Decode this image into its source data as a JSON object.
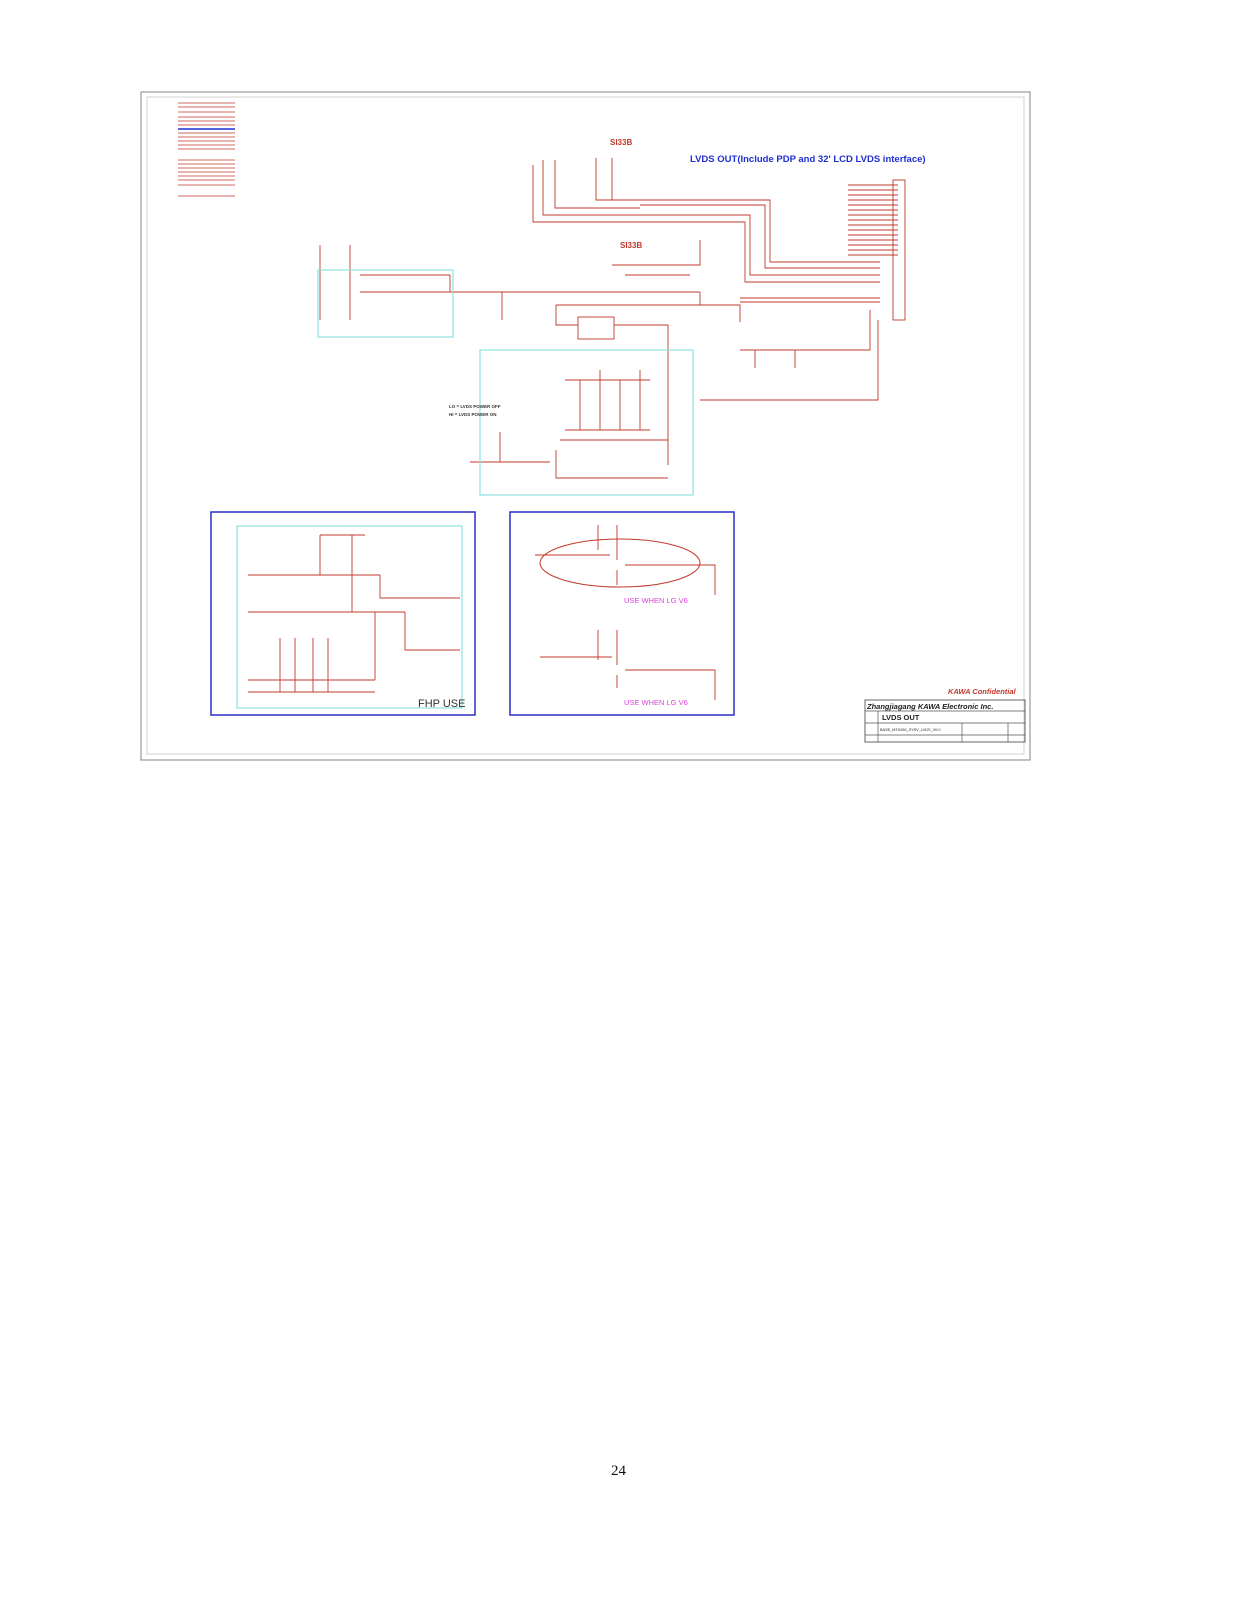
{
  "schematic": {
    "main_title": "LVDS OUT(Include PDP and 32' LCD LVDS interface)",
    "labels": {
      "si_top": "SI33B",
      "si_mid": "SI33B",
      "note_lo": "LO = LVDS POWER OFF",
      "note_hi": "HI = LVDS POWER ON"
    },
    "panels": {
      "fhp_caption": "FHP USE",
      "lg_caption_1": "USE WHEN LG V6",
      "lg_caption_2": "USE WHEN LG V6"
    },
    "title_block": {
      "confidential": "KAWA Confidential",
      "company": "Zhangjiagang KAWA Electronic Inc.",
      "sheet_title": "LVDS OUT",
      "doc_name": "BASE_MTK260_SYSV_LVDS_V0.0"
    },
    "colors": {
      "wire": "#c0392b",
      "title": "#1f2fd0",
      "frame": "#2d2dc8",
      "highlight": "#8fe0e0",
      "magenta": "#e040e0"
    }
  },
  "page": {
    "number": "24"
  }
}
